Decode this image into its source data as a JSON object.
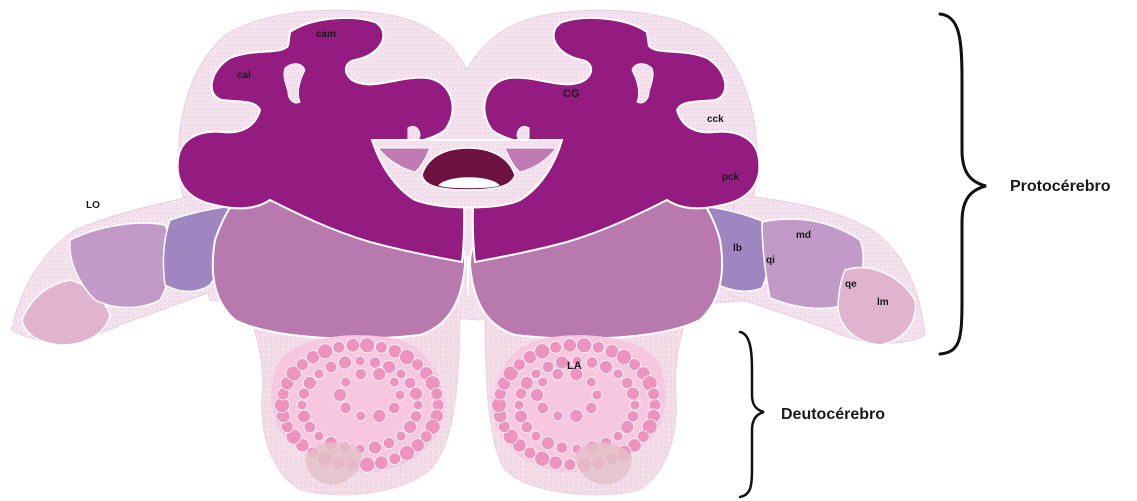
{
  "labels": {
    "cam": "cam",
    "cal": "cal",
    "cg": "CG",
    "cck": "cck",
    "pck": "pck",
    "lo": "LO",
    "lb": "lb",
    "qi": "qi",
    "md": "md",
    "qe": "qe",
    "lm": "lm",
    "la": "LA"
  },
  "brackets": {
    "protocerebro": "Protocérebro",
    "deutocerebro": "Deutocérebro"
  },
  "colors": {
    "tissue": "#f6e4f0",
    "mushroom_body": "#941b80",
    "central_body": "#6d1140",
    "central_inner": "#c17bb4",
    "lobula_plate": "#b87aae",
    "lobula": "#9f86c0",
    "medulla": "#c29ac8",
    "lamina": "#e0b3cf",
    "antennal_lobe": "#f7c6df",
    "glomeruli": "#ee93c0",
    "bracket": "#111111"
  }
}
